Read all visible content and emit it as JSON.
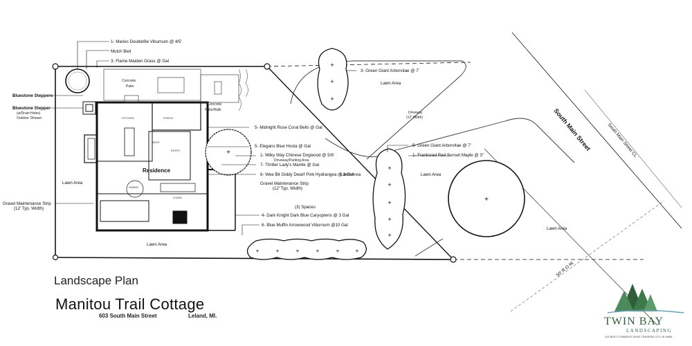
{
  "title": {
    "plan_type": "Landscape Plan",
    "project": "Manitou Trail Cottage",
    "address": "603 South Main Street",
    "city": "Leland, MI."
  },
  "company": {
    "name": "TWIN BAY",
    "tagline": "LANDSCAPING",
    "address": "415 WEST COMMERCE DRIVE    TRAVERSE CITY, MI  49685",
    "brand_color": "#2e5e3a"
  },
  "plant_callouts": {
    "viburnum": "1-  Maries Doublefile Viburnum  @ 4/5'",
    "mulch": "Mulch Bed",
    "grass": "3- Flame Maiden Grass @   Gal",
    "arbor3": "3- Green Giant Arborvitae @ 7'",
    "coral": "5- Midnight Rose Coral Bells @ Gal",
    "hosta": "5- Elegans Blue Hosta @    Gal",
    "dogwood": "1- Milky Way Chinese Dogwood  @ 5/6'",
    "mantle": "7- Thriller Lady's Mantle @ Gal",
    "hydrangea": "6- Wee Bit Giddy Dwarf Pink Hydrangea @ 3 Gal",
    "caryopteris": "4- Dark Knight Dark Blue Caryopteris @ 3 Gal",
    "arrowwood": "6- Blue Muffin Arrowwood Viburnum @10 Gal",
    "arbor5": "5- Green Giant Arborvitae @ 7'",
    "maple": "1- Franksred Red Sunset Maple @ 3\""
  },
  "site_labels": {
    "steppers": "Bluestone Steppers",
    "stepper1": "Bluestone Stepper",
    "stepper2": "(w/Drain Holes)",
    "stepper3": "Outdoor Shower",
    "patio1": "Concrete",
    "patio2": "Patio",
    "walk1": "Concrete",
    "walk2": "Patio/Walk",
    "residence": "Residence",
    "kitchen": "KITCHEN",
    "porch": "PORCH",
    "dining": "DINING",
    "living": "LIVING",
    "entry": "ENTRY",
    "bath": "BATH",
    "lawn_left": "Lawn Area",
    "lawn_bottom": "Lawn Area",
    "lawn_top": "Lawn Area",
    "lawn_mid": "Lawn Area",
    "lawn_right": "Lawn Area",
    "gravel1": "Gravel Maintenance Strip",
    "gravel2": "(12' Typ. Width)",
    "gravel_strip1": "Gravel Maintenance Strip",
    "gravel_strip2": "(12' Typ. Width)",
    "driveway1": "Driveway",
    "driveway2": "(12' Width)",
    "parking": "Driveway/Parking Area",
    "spaces": "(3) Spaces",
    "street": "South Main Street",
    "street_cl": "South Main Street CL",
    "row": "50' R.O.W."
  }
}
